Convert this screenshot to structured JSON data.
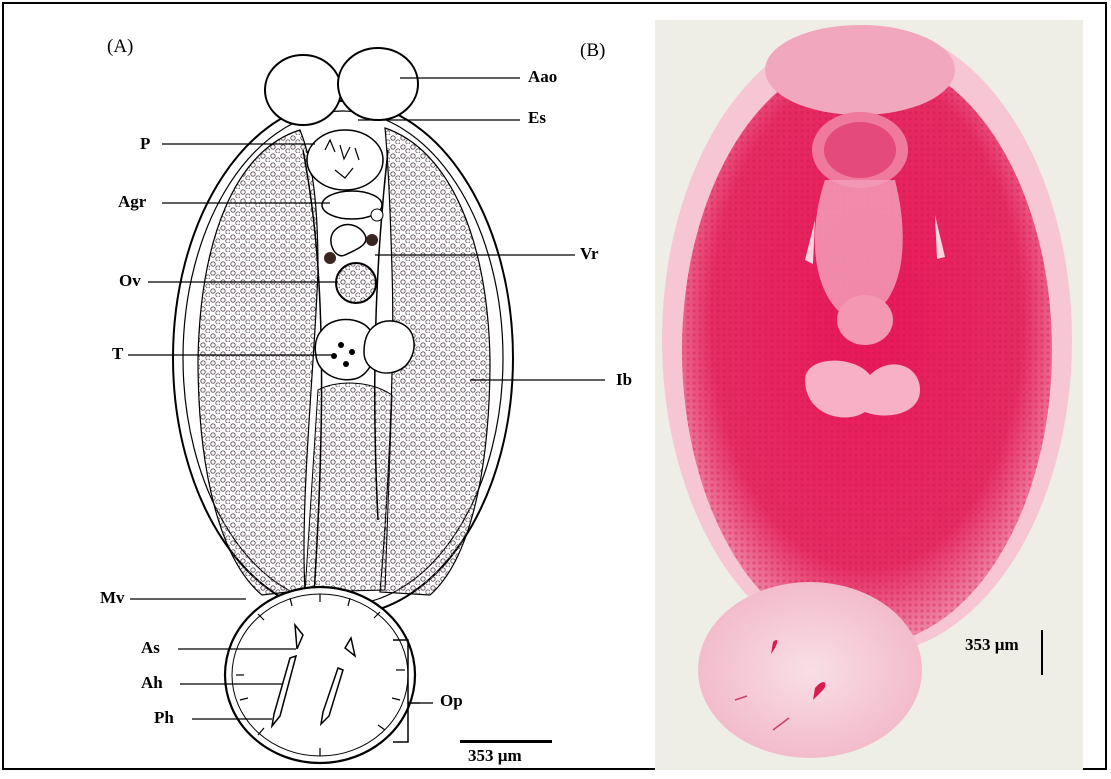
{
  "figure": {
    "panel_a_label": "(A)",
    "panel_b_label": "(B)",
    "labels": {
      "Aao": "Aao",
      "Es": "Es",
      "P": "P",
      "Agr": "Agr",
      "Vr": "Vr",
      "Ov": "Ov",
      "T": "T",
      "Ib": "Ib",
      "Mv": "Mv",
      "As": "As",
      "Ah": "Ah",
      "Ph": "Ph",
      "Op": "Op"
    },
    "scale_bar_a": "353 µm",
    "scale_bar_b": "353 µm"
  },
  "colors": {
    "stain_dark": "#e0205a",
    "stain_mid": "#ee3a72",
    "stain_light": "#f6b4c8",
    "background_b": "#eeeee6"
  }
}
